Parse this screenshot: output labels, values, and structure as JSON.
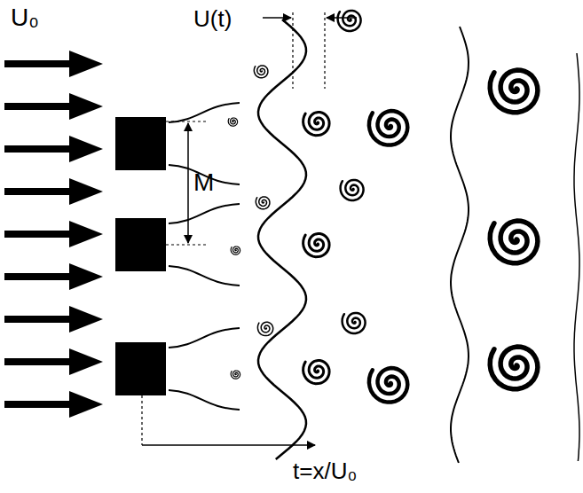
{
  "diagram": {
    "labels": [
      "U₀",
      "U(t)",
      "M",
      "t=x/U₀"
    ]
  }
}
